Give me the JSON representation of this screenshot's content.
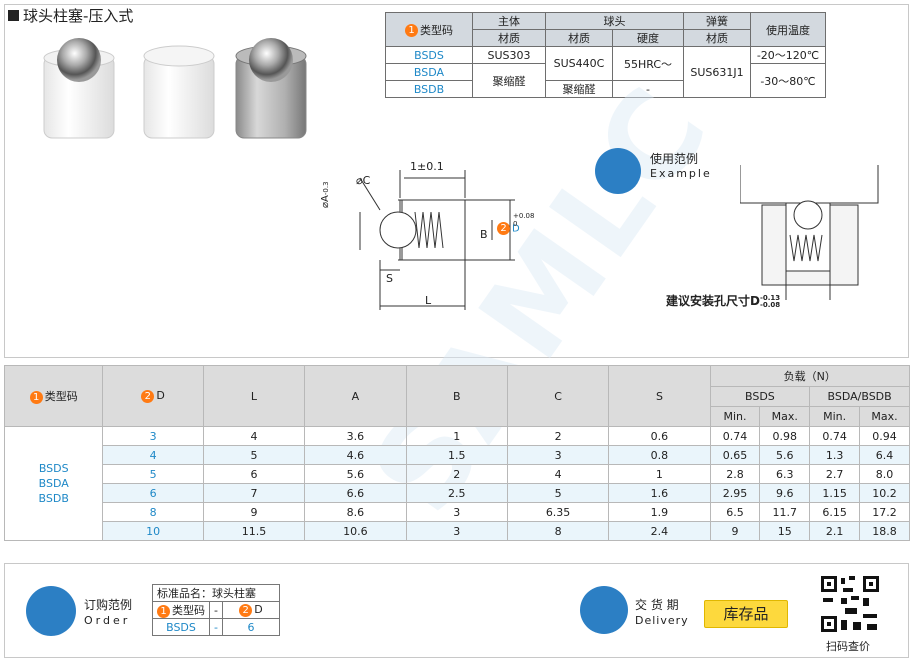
{
  "page_title": "球头柱塞-压入式",
  "spec_table": {
    "header_row1": [
      "类型码",
      "主体",
      "球头",
      "弹簧",
      "使用温度"
    ],
    "header_row2": [
      "材质",
      "材质",
      "硬度",
      "材质"
    ],
    "badge_1": "1",
    "rows": [
      {
        "code": "BSDS",
        "body": "SUS303",
        "ball_material": "SUS440C",
        "hardness": "55HRC～",
        "spring": "SUS631J1",
        "temp": "-20～120℃"
      },
      {
        "code": "BSDA",
        "body": "聚缩醛",
        "temp": "-30～80℃"
      },
      {
        "code": "BSDB",
        "ball_material": "聚缩醛",
        "hardness": "-"
      }
    ]
  },
  "drawing": {
    "dim_top": "1±0.1",
    "phi_c": "⌀C",
    "phi_a": "⌀A",
    "phi_a_tol_top": "0",
    "phi_a_tol_bot": "-0.3",
    "b": "B",
    "d_label": "D",
    "d_tol_top": "+0.08",
    "d_tol_bot": "0",
    "s": "S",
    "l": "L",
    "badge_2": "2"
  },
  "example": {
    "title": "使用范例",
    "subtitle": "Example",
    "caption": "建议安装孔尺寸D",
    "tol_top": "-0.13",
    "tol_bot": "-0.08"
  },
  "watermark": "SAMLC",
  "main_table": {
    "headers": {
      "code": "类型码",
      "d": "D",
      "l": "L",
      "a": "A",
      "b": "B",
      "c": "C",
      "s": "S",
      "load": "负载（N）",
      "bsds": "BSDS",
      "bsda_bsdb": "BSDA/BSDB",
      "min": "Min.",
      "max": "Max."
    },
    "codes": [
      "BSDS",
      "BSDA",
      "BSDB"
    ],
    "rows": [
      {
        "d": "3",
        "l": "4",
        "a": "3.6",
        "b": "1",
        "c": "2",
        "s": "0.6",
        "bsds_min": "0.74",
        "bsds_max": "0.98",
        "bsda_min": "0.74",
        "bsda_max": "0.94"
      },
      {
        "d": "4",
        "l": "5",
        "a": "4.6",
        "b": "1.5",
        "c": "3",
        "s": "0.8",
        "bsds_min": "0.65",
        "bsds_max": "5.6",
        "bsda_min": "1.3",
        "bsda_max": "6.4"
      },
      {
        "d": "5",
        "l": "6",
        "a": "5.6",
        "b": "2",
        "c": "4",
        "s": "1",
        "bsds_min": "2.8",
        "bsds_max": "6.3",
        "bsda_min": "2.7",
        "bsda_max": "8.0"
      },
      {
        "d": "6",
        "l": "7",
        "a": "6.6",
        "b": "2.5",
        "c": "5",
        "s": "1.6",
        "bsds_min": "2.95",
        "bsds_max": "9.6",
        "bsda_min": "1.15",
        "bsda_max": "10.2"
      },
      {
        "d": "8",
        "l": "9",
        "a": "8.6",
        "b": "3",
        "c": "6.35",
        "s": "1.9",
        "bsds_min": "6.5",
        "bsds_max": "11.7",
        "bsda_min": "6.15",
        "bsda_max": "17.2"
      },
      {
        "d": "10",
        "l": "11.5",
        "a": "10.6",
        "b": "3",
        "c": "8",
        "s": "2.4",
        "bsds_min": "9",
        "bsds_max": "15",
        "bsda_min": "2.1",
        "bsda_max": "18.8"
      }
    ]
  },
  "order": {
    "title": "订购范例",
    "subtitle": "Order",
    "std_name_label": "标准品名：球头柱塞",
    "code_label": "类型码",
    "dash": "-",
    "d_label": "D",
    "code_value": "BSDS",
    "d_value": "6"
  },
  "delivery": {
    "title": "交 货 期",
    "subtitle": "Delivery",
    "stock": "库存品"
  },
  "qr_caption": "扫码查价",
  "colors": {
    "accent_blue": "#1e88c7",
    "badge_orange": "#ff7a13",
    "header_gray": "#d3d9df",
    "stock_yellow": "#fdd93d"
  }
}
